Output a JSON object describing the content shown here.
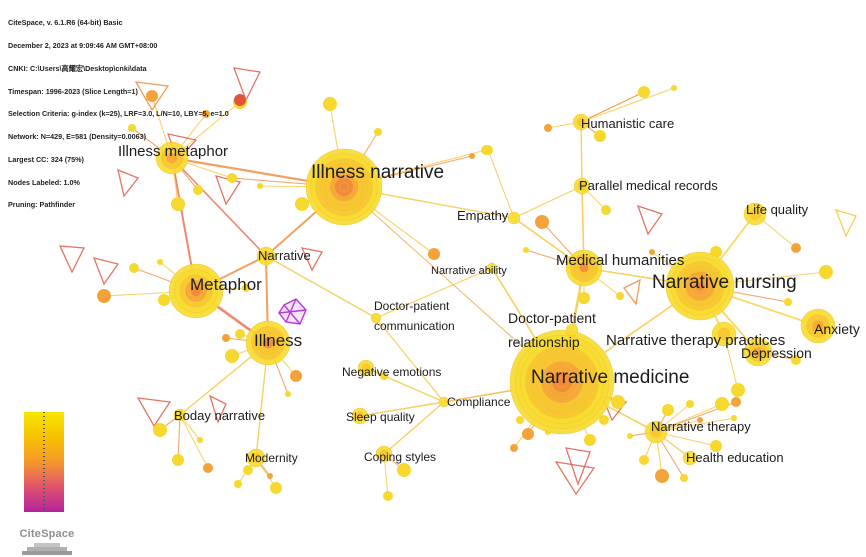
{
  "header_info": [
    "CiteSpace, v. 6.1.R6 (64-bit) Basic",
    "December 2, 2023 at 9:09:46 AM GMT+08:00",
    "CNKI: C:\\Users\\高耀宏\\Desktop\\cnki\\data",
    "Timespan: 1996-2023 (Slice Length=1)",
    "Selection Criteria: g-index (k=25), LRF=3.0, L/N=10, LBY=5, e=1.0",
    "Network: N=429, E=581 (Density=0.0063)",
    "Largest CC: 324 (75%)",
    "Nodes Labeled: 1.0%",
    "Pruning: Pathfinder"
  ],
  "logo_text": "CiteSpace",
  "colors": {
    "node_yellow": "#f5dc2a",
    "node_orange": "#f3a33a",
    "link_orange": "#f08a3c",
    "link_red": "#e05a4a",
    "cluster_purple": "#b33bd6"
  },
  "nodes": [
    {
      "id": "narrative_medicine",
      "label": "Narrative medicine"
    },
    {
      "id": "illness_narrative",
      "label": "Illness narrative"
    },
    {
      "id": "narrative_nursing",
      "label": "Narrative nursing"
    },
    {
      "id": "metaphor",
      "label": "Metaphor"
    },
    {
      "id": "illness",
      "label": "Illness"
    },
    {
      "id": "illness_metaphor",
      "label": "Illness metaphor"
    },
    {
      "id": "medical_humanities",
      "label": "Medical humanities"
    },
    {
      "id": "narrative",
      "label": "Narrative"
    },
    {
      "id": "humanistic_care",
      "label": "Humanistic care"
    },
    {
      "id": "parallel_medical_records",
      "label": "Parallel medical records"
    },
    {
      "id": "life_quality",
      "label": "Life quality"
    },
    {
      "id": "empathy",
      "label": "Empathy"
    },
    {
      "id": "narrative_ability",
      "label": "Narrative ability"
    },
    {
      "id": "doctor_patient_communication",
      "label": "Doctor-patient communication"
    },
    {
      "id": "doctor_patient_relationship",
      "label": "Doctor-patient relationship"
    },
    {
      "id": "narrative_therapy_practices",
      "label": "Narrative therapy practices"
    },
    {
      "id": "anxiety",
      "label": "Anxiety"
    },
    {
      "id": "depression",
      "label": "Depression"
    },
    {
      "id": "negative_emotions",
      "label": "Negative emotions"
    },
    {
      "id": "sleep_quality",
      "label": "Sleep quality"
    },
    {
      "id": "compliance",
      "label": "Compliance"
    },
    {
      "id": "coping_styles",
      "label": "Coping styles"
    },
    {
      "id": "boday_narrative",
      "label": "Boday narrative"
    },
    {
      "id": "modernity",
      "label": "Modernity"
    },
    {
      "id": "narrative_therapy",
      "label": "Narrative therapy"
    },
    {
      "id": "health_education",
      "label": "Health education"
    }
  ]
}
